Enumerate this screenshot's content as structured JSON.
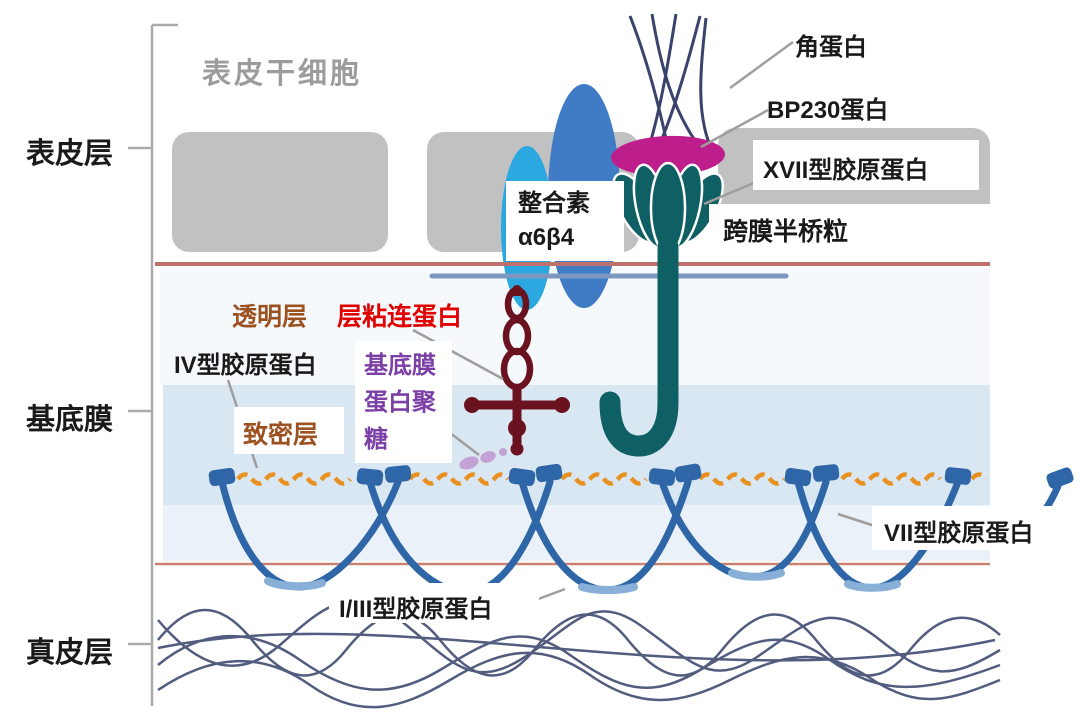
{
  "diagram": {
    "layer_labels": {
      "epidermis": "表皮层",
      "basement_membrane": "基底膜",
      "dermis": "真皮层"
    },
    "cell_label": {
      "stem_cell": "表皮干细胞"
    },
    "protein_labels": {
      "keratin": "角蛋白",
      "bp230": "BP230蛋白",
      "collagen_xvii": "XVII型胶原蛋白",
      "hemidesmosome": "跨膜半桥粒",
      "integrin_line1": "整合素",
      "integrin_line2": "α6β4",
      "lamina_lucida": "透明层",
      "laminin": "层粘连蛋白",
      "collagen_iv": "IV型胶原蛋白",
      "perlecan_line1": "基底膜",
      "perlecan_line2": "蛋白聚",
      "perlecan_line3": "糖",
      "lamina_densa": "致密层",
      "collagen_vii": "VII型胶原蛋白",
      "collagen_i_iii": "I/III型胶原蛋白"
    },
    "colors": {
      "layer_label_text": "#1A1A1A",
      "stem_cell_text": "#9C9C9C",
      "lucida_densa_text": "#9C5220",
      "laminin_text": "#E00000",
      "perlecan_text": "#7B3FA6",
      "cell_gray": "#C1C1C1",
      "keratin": "#39436B",
      "membrane_red": "#BE706C",
      "membrane_red_thin": "#C98272",
      "membrane_blue": "#7E97C0",
      "collagen_iv_orange": "#E89020",
      "collagen_vii_blue": "#2E66A8",
      "collagen_vii_light": "#87AFD8",
      "collagen_i_iii_slate": "#525C7E",
      "bp230_magenta": "#BE1E8C",
      "hemidesmosome_teal": "#0F6065",
      "integrin_cyan": "#2AA8DF",
      "integrin_blue": "#3F7CC5",
      "laminin_maroon": "#6B1220",
      "perlecan_lavender": "#C3A3D5",
      "band_faint": "#F5F9FC",
      "basement_band_blue": "#D9E7F3",
      "band_lower": "#EAF1F8",
      "leader_gray": "#9E9E9E",
      "bracket_gray": "#ABABAB"
    }
  }
}
